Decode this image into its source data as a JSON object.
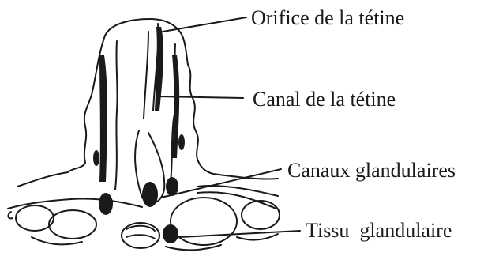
{
  "diagram": {
    "labels": {
      "orifice": "Orifice de la tétine",
      "canal": "Canal de la tétine",
      "canaux": "Canaux glandulaires",
      "tissu": "Tissu  glandulaire"
    }
  }
}
